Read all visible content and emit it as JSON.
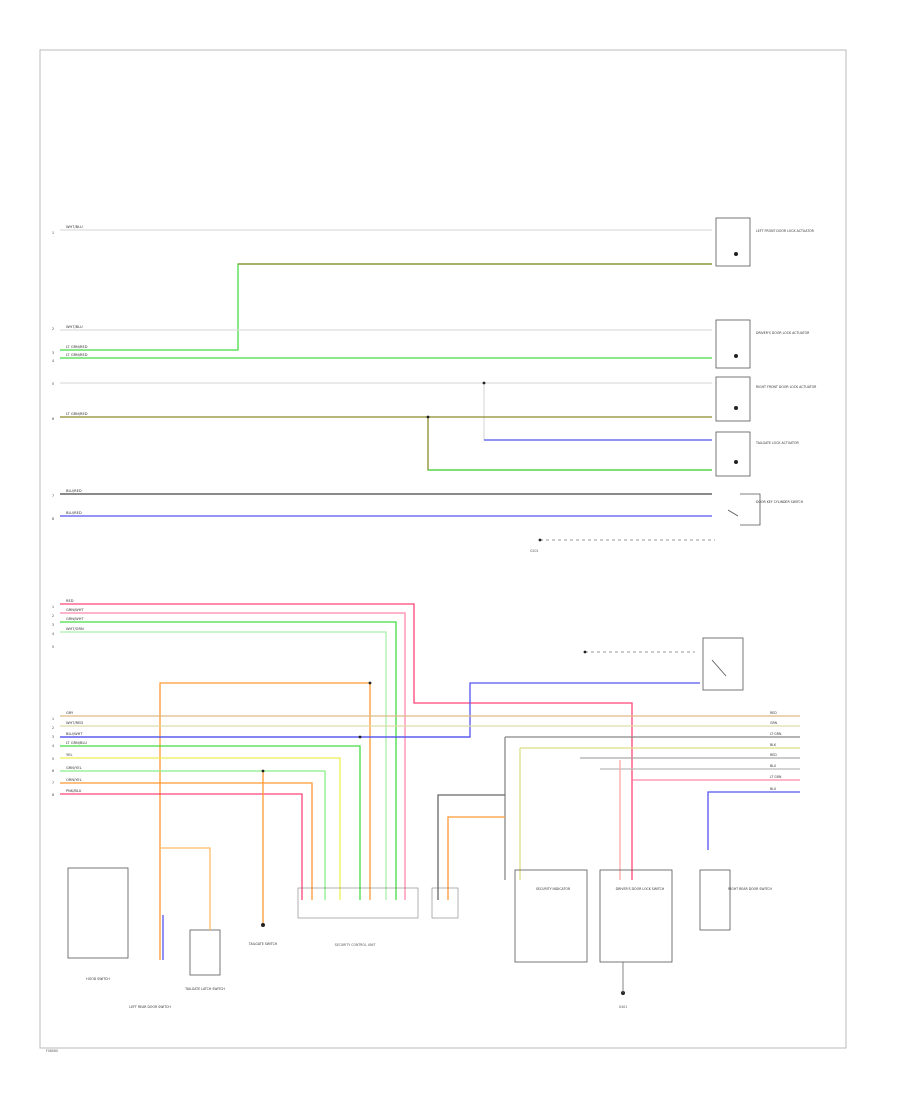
{
  "colors": {
    "white": "#dddddd",
    "light_green": "#44dd44",
    "olive": "#8a8a2a",
    "blue": "#5555ee",
    "black": "#444444",
    "pink": "#ff4477",
    "orange": "#ff9933",
    "yellow": "#eeee55",
    "gray": "#888888"
  },
  "labels": {
    "top_wires": [
      "WHT/BLU",
      "LT GRN/RED",
      "LT GRN/RED",
      "WHT/BLU",
      "LT GRN/RED",
      "BLU/RED",
      "BLU/RED"
    ],
    "mid_wires": [
      "RED",
      "GRN/WHT",
      "GRN/WHT",
      "WHT/GRN"
    ],
    "low_wires": [
      "GRY",
      "WHT/RED",
      "BLU/WHT",
      "LT GRN/BLU",
      "YEL",
      "GRN/YEL",
      "ORN/YEL",
      "PNK/BLU"
    ],
    "right_low_pins": [
      "RED",
      "GRN",
      "LT GRN",
      "BLK",
      "RED",
      "BLU",
      "LT GRN",
      "BLU"
    ],
    "components_top": [
      "LEFT FRONT DOOR LOCK ACTUATOR",
      "DRIVER'S DOOR LOCK ACTUATOR",
      "RIGHT FRONT DOOR LOCK ACTUATOR",
      "TAILGATE LOCK ACTUATOR",
      "DOOR KEY CYLINDER SWITCH"
    ],
    "connector_center": "SECURITY CONTROL UNIT",
    "components_bottom": [
      "HOOD SWITCH",
      "LEFT REAR DOOR SWITCH",
      "TAILGATE LATCH SWITCH",
      "TAILGATE SWITCH",
      "SECURITY INDICATOR",
      "DRIVER'S DOOR LOCK SWITCH",
      "RIGHT REAR DOOR SWITCH"
    ],
    "ground_label": "G401",
    "footer_code": "F08060"
  }
}
